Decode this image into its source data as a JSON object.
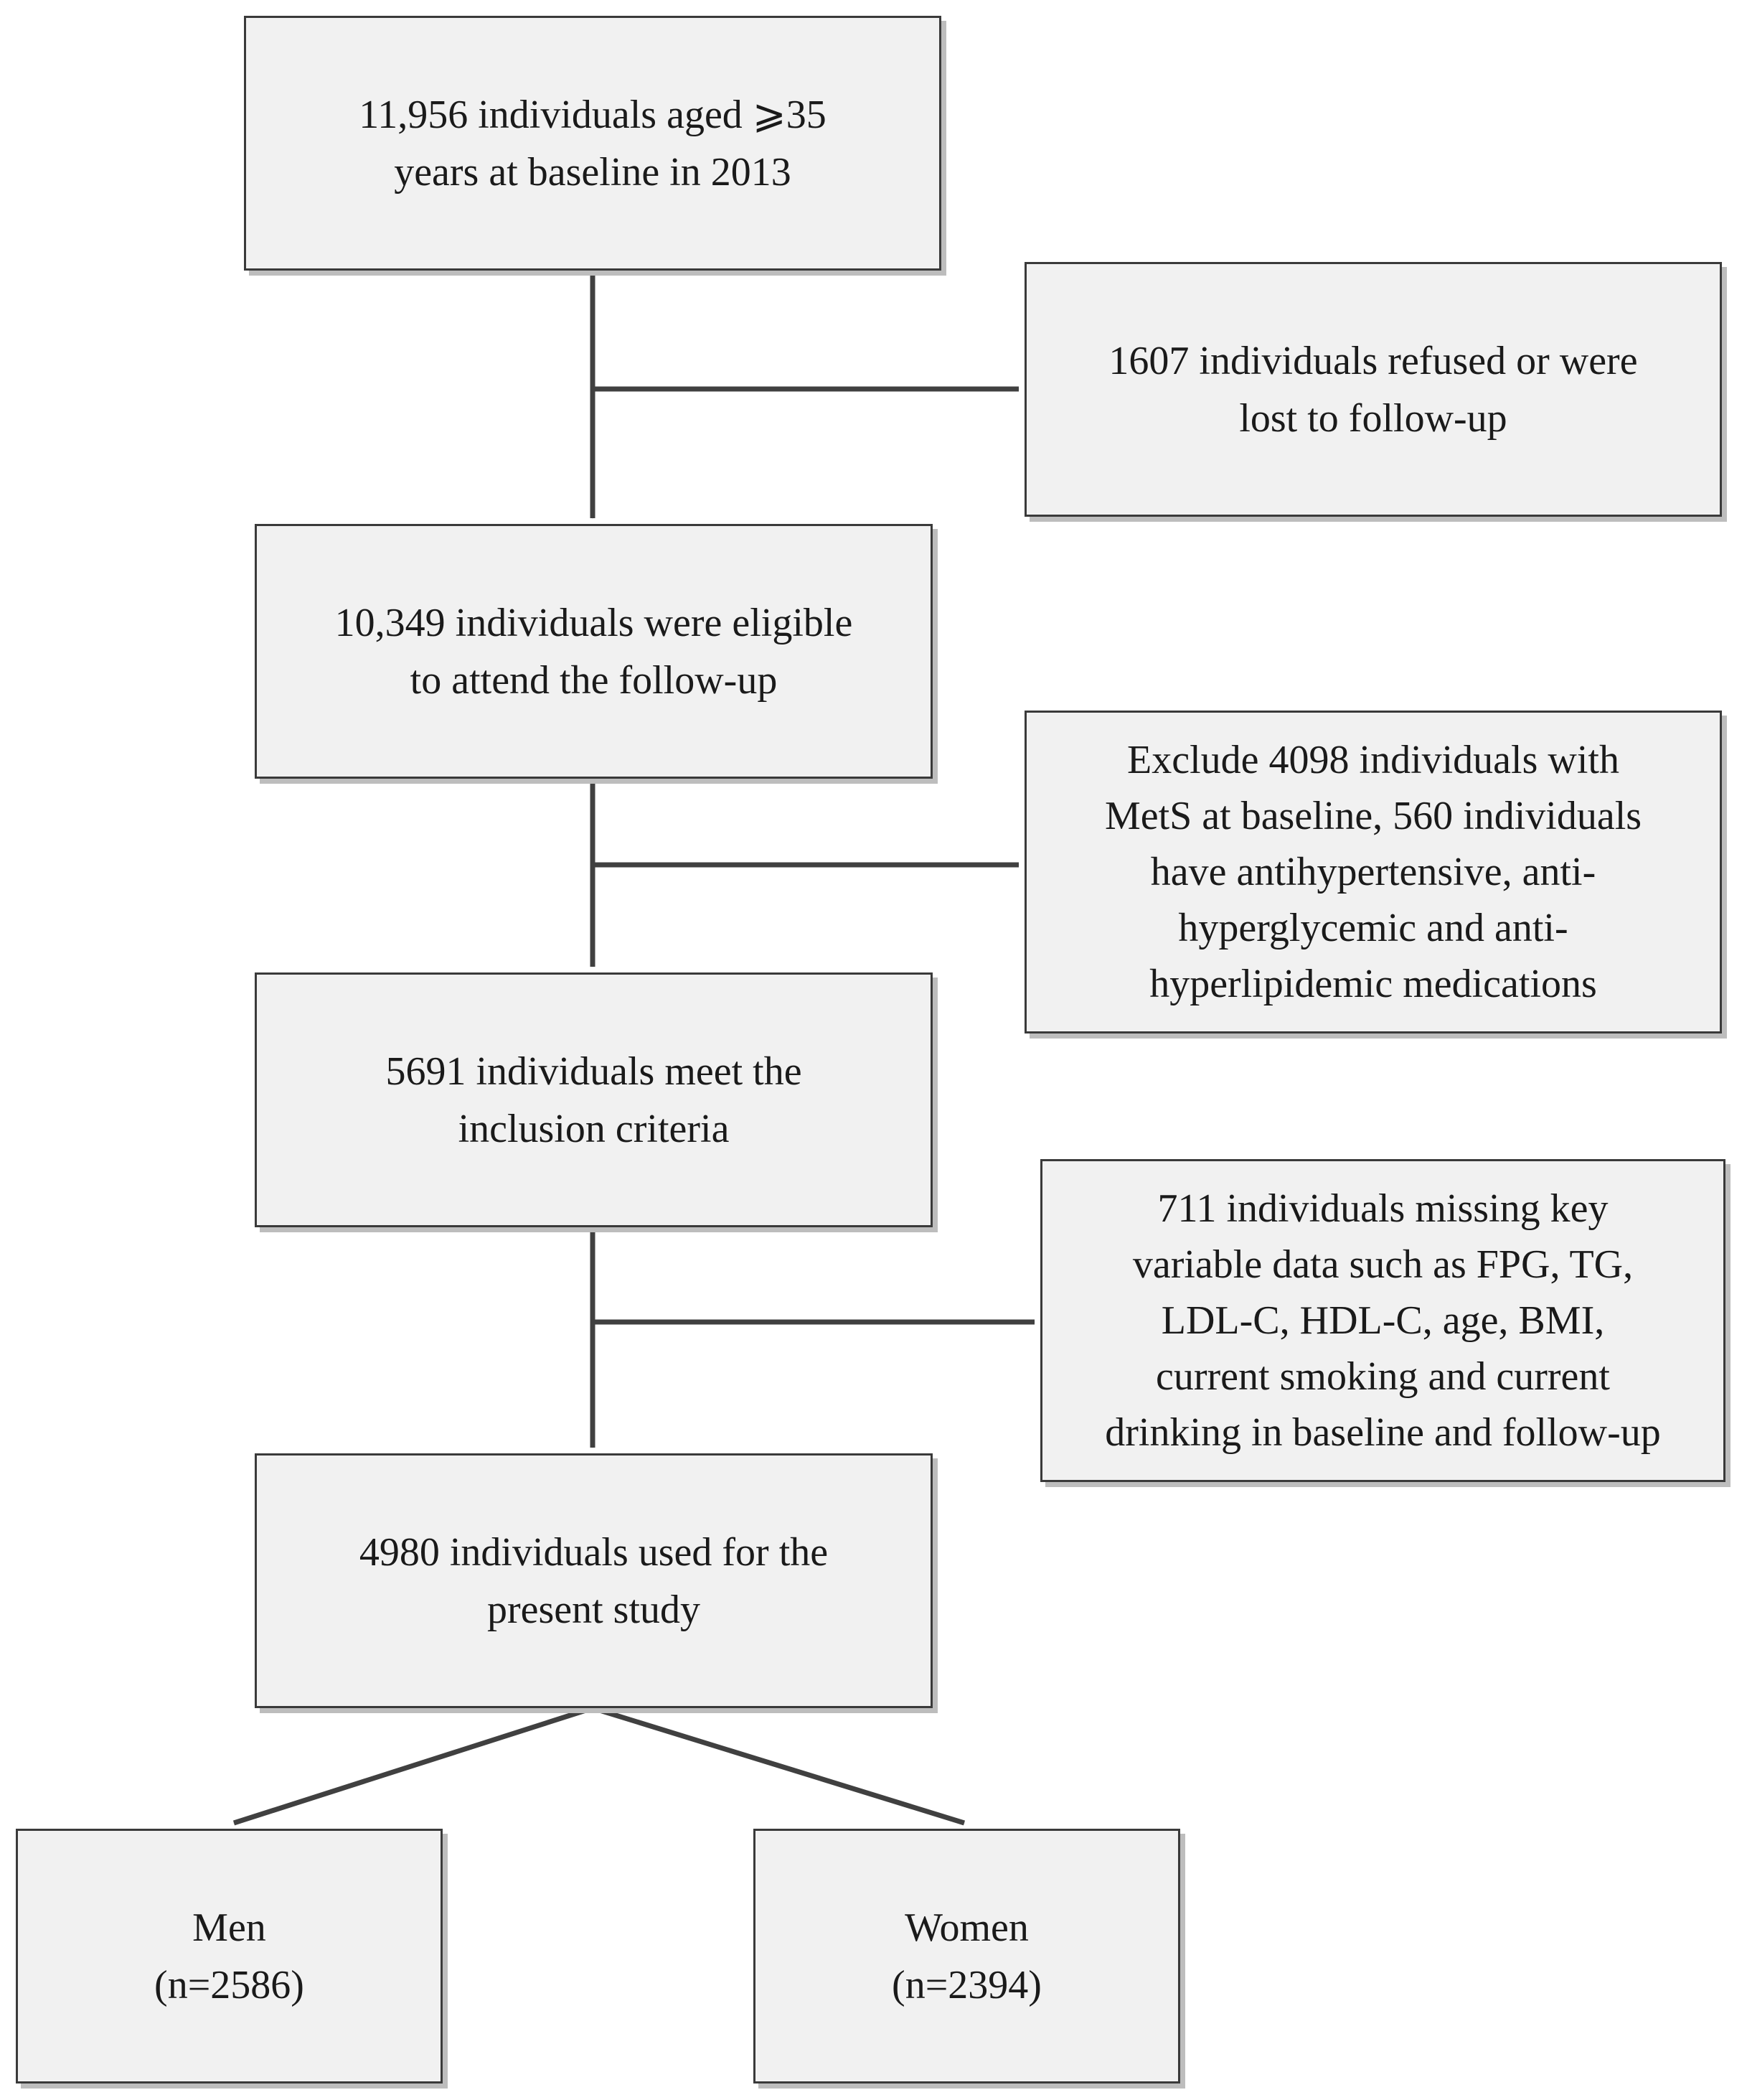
{
  "flowchart": {
    "baseline": {
      "text": "11,956 individuals aged ⩾35\nyears at baseline in 2013"
    },
    "refused": {
      "text": "1607 individuals refused or were\nlost to follow-up"
    },
    "eligible": {
      "text": "10,349 individuals were eligible\nto attend the follow-up"
    },
    "excluded": {
      "text": "Exclude 4098 individuals with\nMetS at baseline, 560 individuals\nhave antihypertensive, anti-\nhyperglycemic and anti-\nhyperlipidemic medications"
    },
    "inclusion": {
      "text": "5691 individuals meet the\ninclusion criteria"
    },
    "missing": {
      "text": "711 individuals missing key\nvariable data such as FPG, TG,\nLDL-C, HDL-C, age, BMI,\ncurrent smoking and current\ndrinking in baseline and follow-up"
    },
    "final": {
      "text": "4980 individuals used for the\npresent study"
    },
    "men": {
      "text": "Men\n(n=2586)"
    },
    "women": {
      "text": "Women\n(n=2394)"
    }
  },
  "colors": {
    "box_fill": "#f1f1f1",
    "box_border": "#3a3a3a",
    "box_shadow": "#bdbdbd",
    "connector": "#404040"
  }
}
